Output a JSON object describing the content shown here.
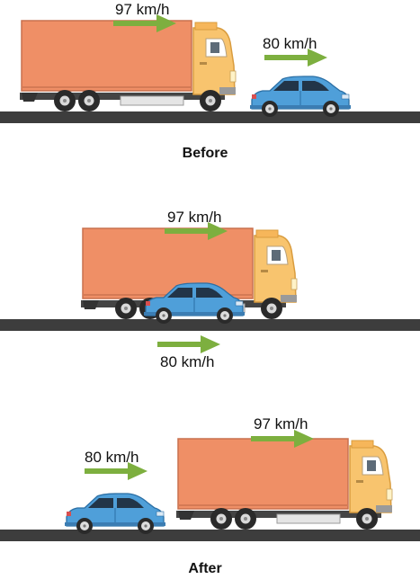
{
  "colors": {
    "road": "#3d3d3d",
    "arrow": "#7daf3f",
    "truck_body": "#ef8f66",
    "truck_body_edge": "#c9704e",
    "cab": "#f8c46e",
    "cab_edge": "#d99c3e",
    "car_body": "#4f9fd9",
    "car_edge": "#2b6fa5",
    "window": "#223548",
    "tire": "#2a2a2a",
    "rim": "#d9d9d9",
    "chassis": "#444444"
  },
  "panels": [
    {
      "caption": "Before",
      "truck_speed": "97 km/h",
      "car_speed": "80 km/h"
    },
    {
      "caption": "",
      "truck_speed": "97 km/h",
      "car_speed": "80 km/h"
    },
    {
      "caption": "After",
      "truck_speed": "97 km/h",
      "car_speed": "80 km/h"
    }
  ]
}
